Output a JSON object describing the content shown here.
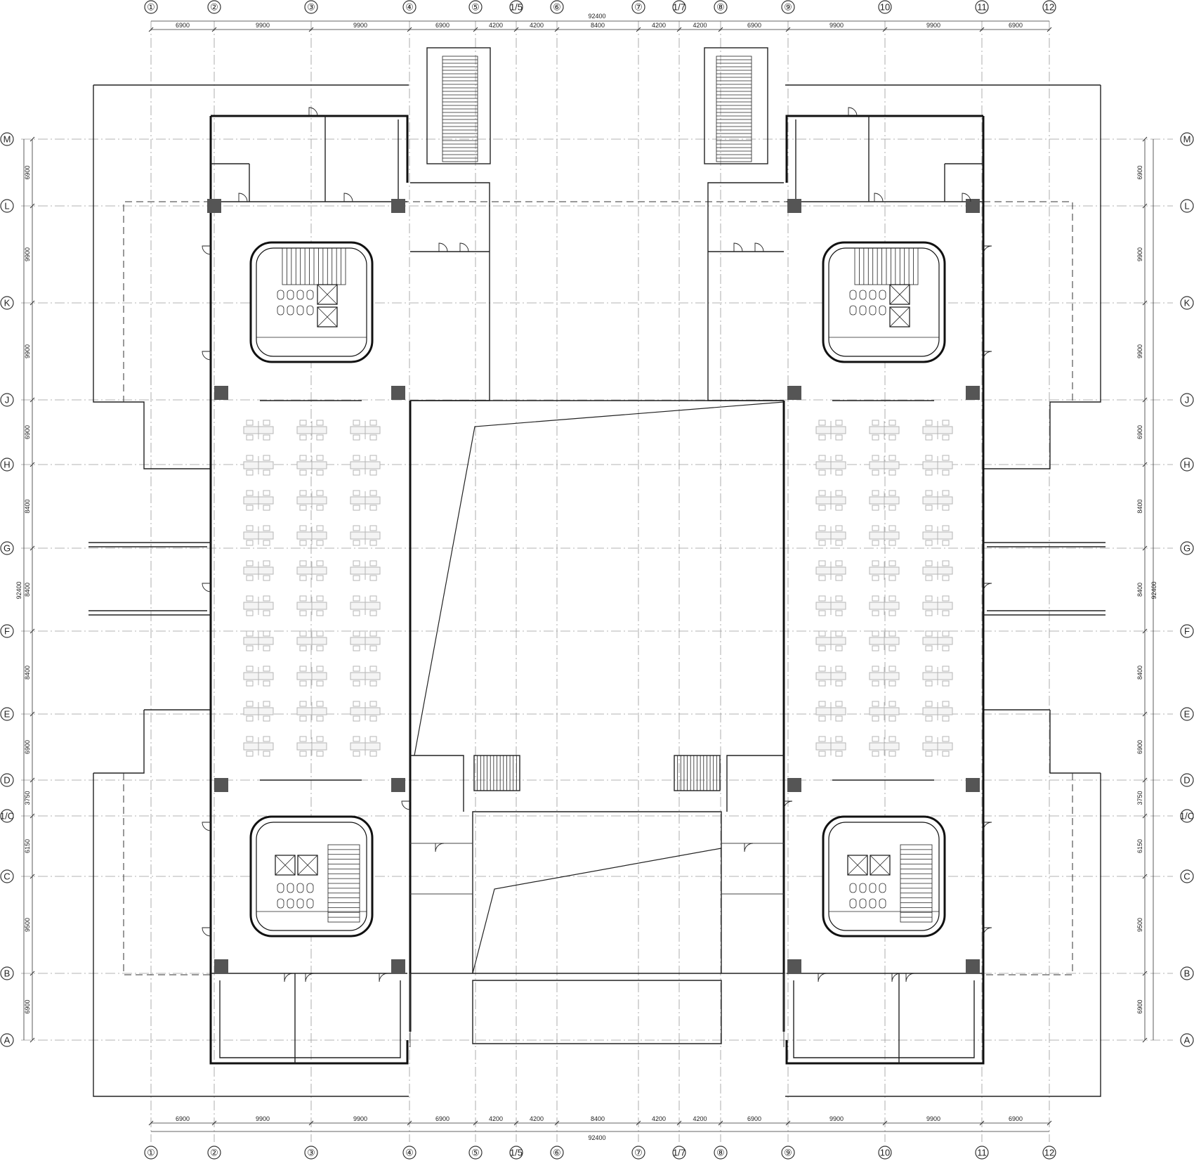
{
  "drawing": {
    "columns_axes": [
      "①",
      "②",
      "③",
      "④",
      "⑤",
      "1/5",
      "⑥",
      "⑦",
      "1/7",
      "⑧",
      "⑨",
      "10",
      "11",
      "12"
    ],
    "row_axes": [
      "M",
      "L",
      "K",
      "J",
      "H",
      "G",
      "F",
      "E",
      "D",
      "1/C",
      "C",
      "B",
      "A"
    ],
    "top_dims": [
      "6900",
      "9900",
      "9900",
      "6900",
      "4200",
      "4200",
      "8400",
      "4200",
      "4200",
      "6900",
      "9900",
      "9900",
      "6900"
    ],
    "bottom_dims": [
      "6900",
      "9900",
      "9900",
      "6900",
      "4200",
      "4200",
      "8400",
      "4200",
      "4200",
      "6900",
      "9900",
      "9900",
      "6900"
    ],
    "overall_width": "92400",
    "overall_height": "92400",
    "side_dims": [
      "6900",
      "9900",
      "9900",
      "6900",
      "8400",
      "8400",
      "8400",
      "6900",
      "3750",
      "6150",
      "9500",
      "6900"
    ]
  }
}
